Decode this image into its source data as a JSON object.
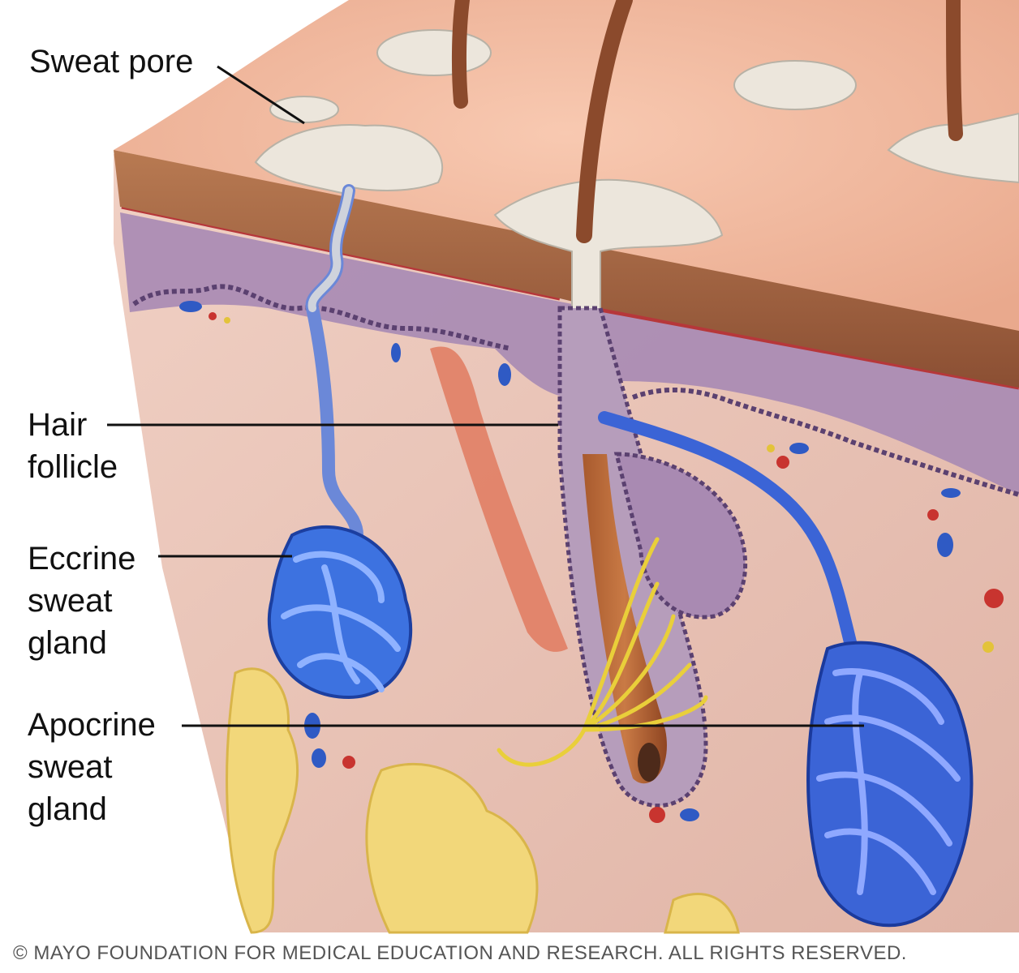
{
  "labels": {
    "sweat_pore": "Sweat pore",
    "hair_follicle": "Hair\nfollicle",
    "eccrine_gland": "Eccrine\nsweat\ngland",
    "apocrine_gland": "Apocrine\nsweat\ngland"
  },
  "copyright": "© MAYO FOUNDATION FOR MEDICAL EDUCATION AND RESEARCH. ALL RIGHTS RESERVED.",
  "colors": {
    "skin_surface": "#f1b59c",
    "epidermis": "#9a5b3a",
    "dermis": "#e8c3b6",
    "papillary": "#a98ab2",
    "eccrine": "#3d72e0",
    "apocrine": "#3b64d6",
    "hair": "#8b4a2c",
    "nerve": "#e9cf3a",
    "fat": "#f2d77a",
    "muscle": "#e07a5f"
  }
}
